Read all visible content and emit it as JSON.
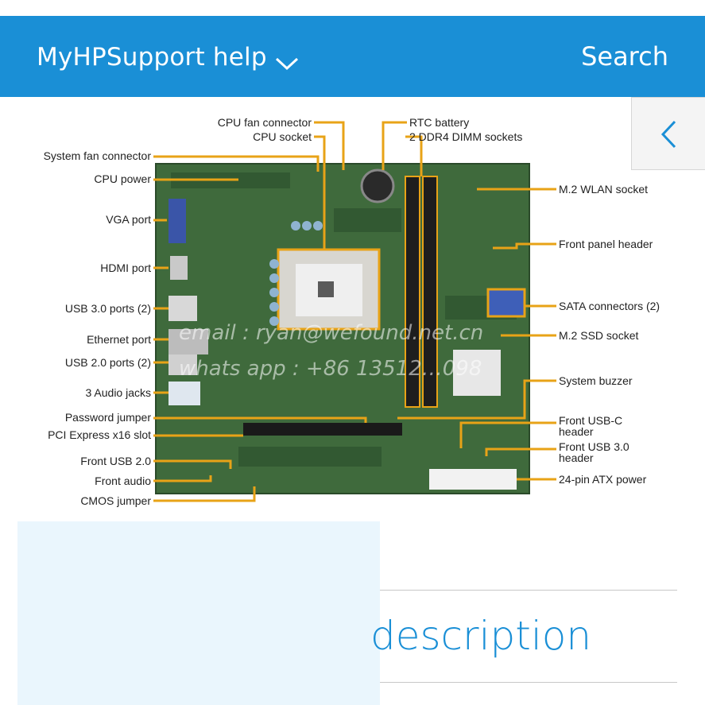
{
  "header": {
    "brand": "MyHPSupport help",
    "search": "Search",
    "bg_color": "#1a8fd6",
    "dropdown_icon": "chevron-down-icon",
    "back_icon": "chevron-left-icon"
  },
  "figure": {
    "labels_left": [
      "System fan connector",
      "CPU power",
      "VGA port",
      "HDMI port",
      "USB 3.0 ports (2)",
      "Ethernet port",
      "USB 2.0 ports (2)",
      "3 Audio jacks",
      "Password jumper",
      "PCI Express x16 slot",
      "Front USB 2.0",
      "Front audio",
      "CMOS jumper"
    ],
    "labels_top": [
      "CPU fan connector",
      "CPU socket",
      "RTC battery",
      "2 DDR4 DIMM sockets"
    ],
    "labels_right": [
      "M.2 WLAN socket",
      "Front panel header",
      "SATA connectors (2)",
      "M.2 SSD socket",
      "System buzzer",
      "Front USB-C",
      "header",
      "Front USB 3.0",
      "header",
      "24-pin ATX power"
    ],
    "watermark_1": "email : ryan@wefound.net.cn",
    "watermark_2": "whats app : +86 13512…098",
    "callout_color": "#e8a317"
  },
  "content": {
    "heading": "description"
  }
}
